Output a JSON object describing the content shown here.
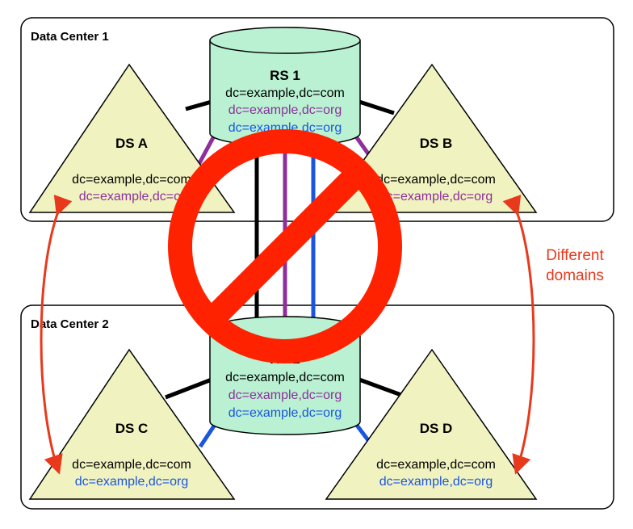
{
  "colors": {
    "black_suffix": "#000000",
    "purple_suffix": "#8e2f9b",
    "blue_suffix": "#1a55e0",
    "triangle_fill": "#f0f3c0",
    "cylinder_fill": "#b9f1d2",
    "forbidden_red": "#ff2200",
    "arrow_red": "#e8391d"
  },
  "data_centers": [
    {
      "id": "dc1",
      "title": "Data Center 1"
    },
    {
      "id": "dc2",
      "title": "Data Center 2"
    }
  ],
  "replication_servers": [
    {
      "id": "rs1",
      "label": "RS 1",
      "suffixes": [
        "dc=example,dc=com",
        "dc=example,dc=org",
        "dc=example,dc=org"
      ]
    },
    {
      "id": "rs2",
      "label": "RS 2",
      "suffixes": [
        "dc=example,dc=com",
        "dc=example,dc=org",
        "dc=example,dc=org"
      ]
    }
  ],
  "directory_servers": [
    {
      "id": "dsa",
      "label": "DS A",
      "suffixes": [
        "dc=example,dc=com",
        "dc=example,dc=org"
      ]
    },
    {
      "id": "dsb",
      "label": "DS B",
      "suffixes": [
        "dc=example,dc=com",
        "dc=example,dc=org"
      ]
    },
    {
      "id": "dsc",
      "label": "DS C",
      "suffixes": [
        "dc=example,dc=com",
        "dc=example,dc=org"
      ]
    },
    {
      "id": "dsd",
      "label": "DS D",
      "suffixes": [
        "dc=example,dc=com",
        "dc=example,dc=org"
      ]
    }
  ],
  "annotation": {
    "line1": "Different",
    "line2": "domains"
  }
}
